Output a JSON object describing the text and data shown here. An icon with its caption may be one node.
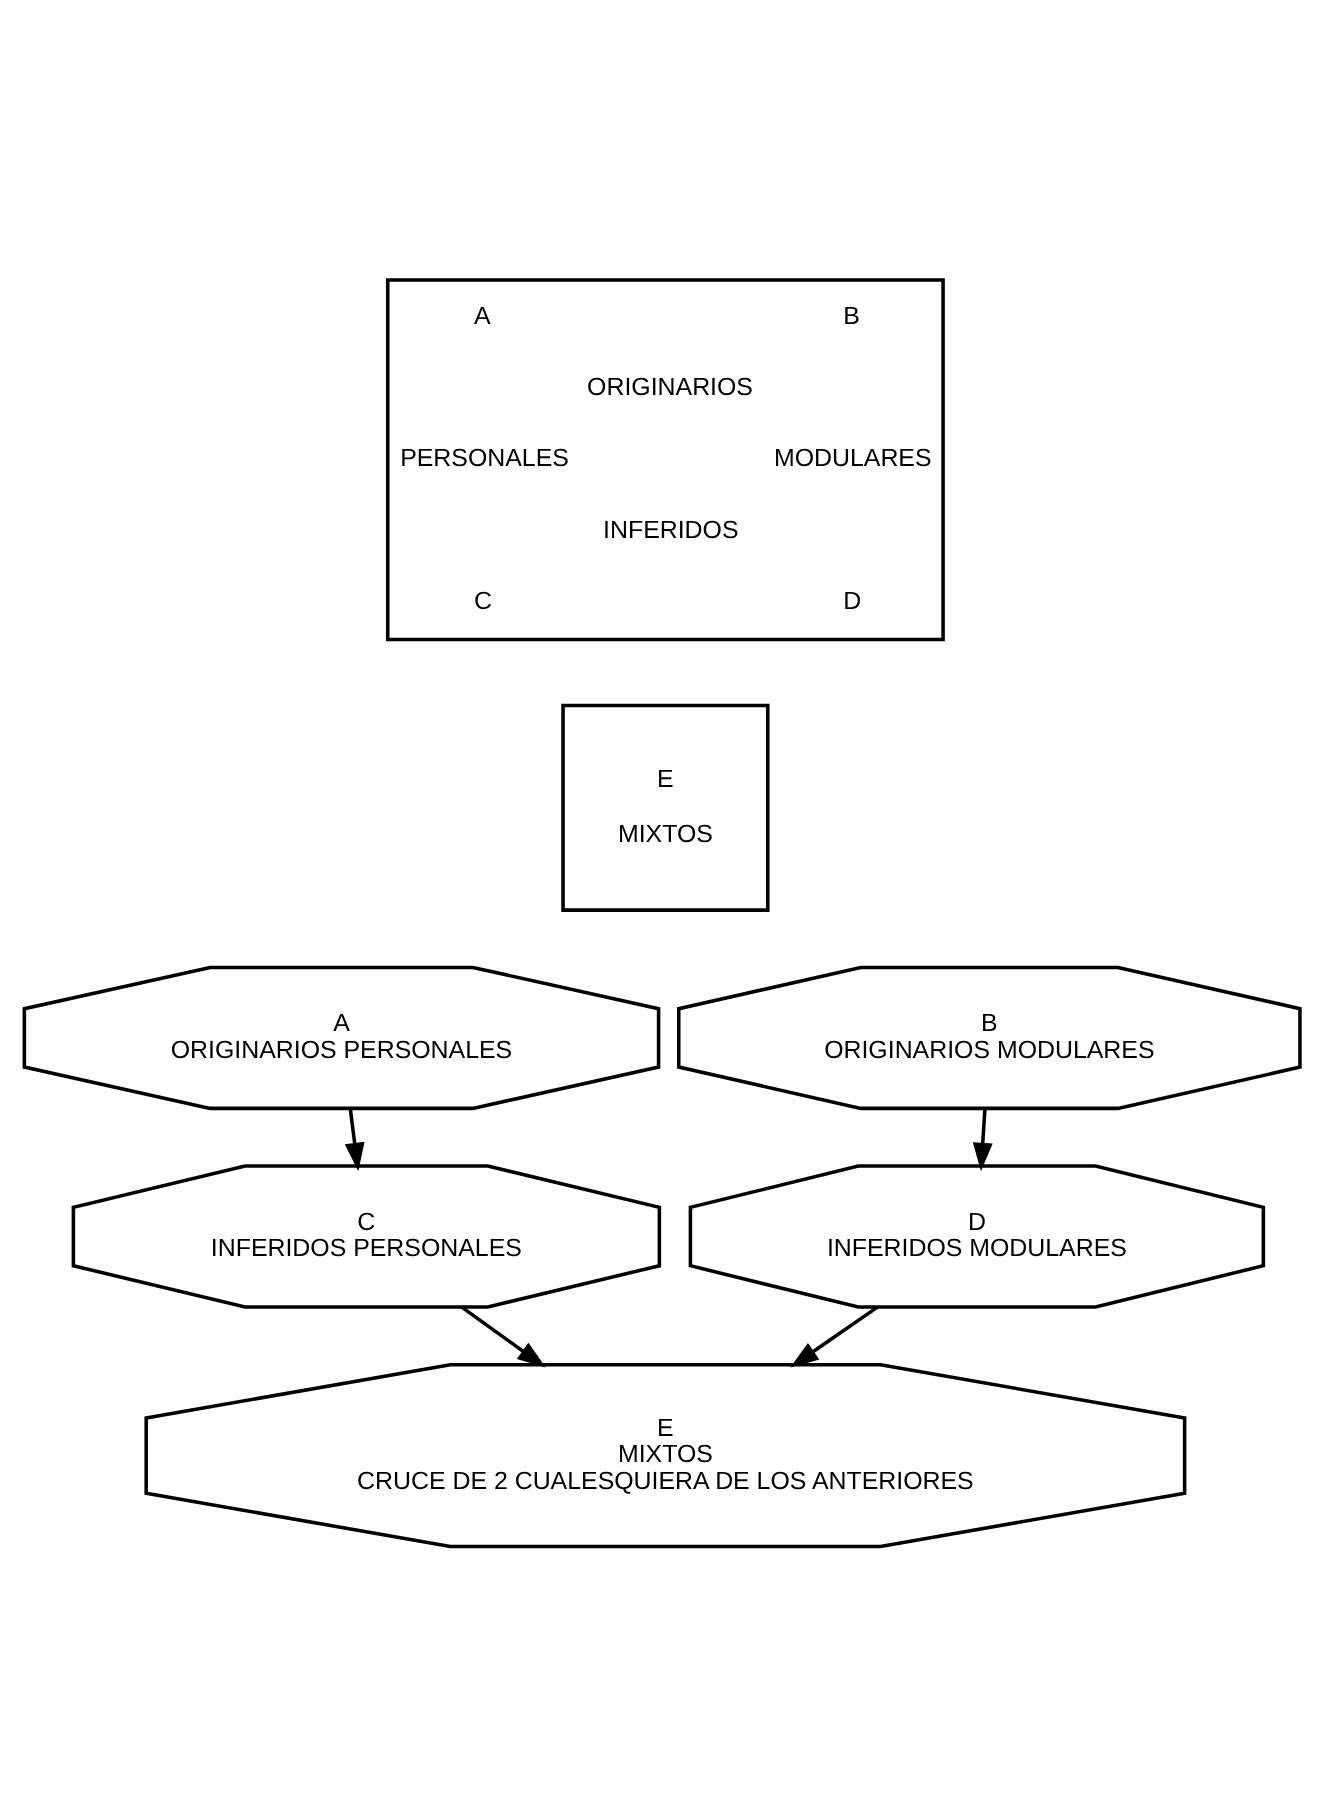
{
  "diagram": {
    "nodes": [
      {
        "text": [
          "A",
          "B",
          "ORIGINARIOS",
          "PERSONALES",
          "MODULARES",
          "INFERIDOS",
          "C",
          "D"
        ]
      },
      {
        "text": [
          "E",
          "MIXTOS"
        ]
      },
      {
        "text": [
          "A",
          "ORIGINARIOS PERSONALES"
        ]
      },
      {
        "text": [
          "B",
          "ORIGINARIOS MODULARES"
        ]
      },
      {
        "text": [
          "C",
          "INFERIDOS PERSONALES"
        ]
      },
      {
        "text": [
          "D",
          "INFERIDOS MODULARES"
        ]
      },
      {
        "text": [
          "E",
          "MIXTOS",
          "CRUCE DE 2 CUALESQUIERA DE LOS ANTERIORES"
        ]
      }
    ],
    "edges": [
      {
        "from": 2,
        "to": 4,
        "arrow": "to"
      },
      {
        "from": 3,
        "to": 5,
        "arrow": "to"
      },
      {
        "from": 4,
        "to": 6,
        "arrow": "to"
      },
      {
        "from": 5,
        "to": 6,
        "arrow": "to"
      }
    ]
  }
}
